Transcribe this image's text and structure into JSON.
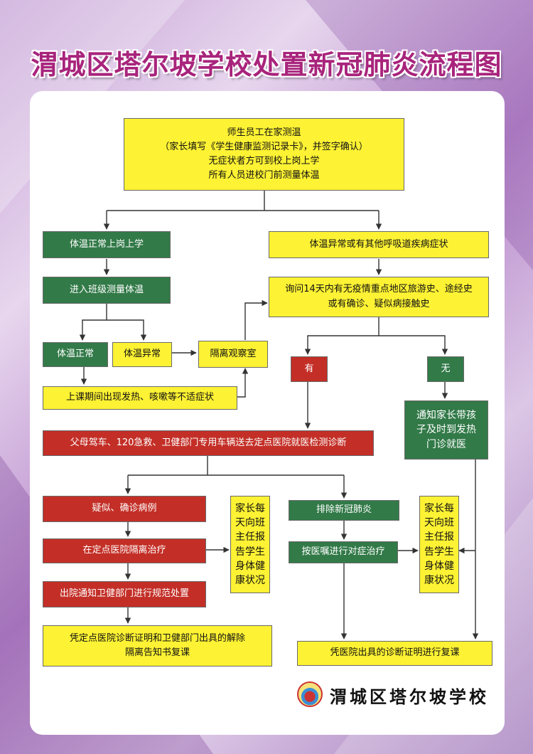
{
  "title": "渭城区塔尔坡学校处置新冠肺炎流程图",
  "nodes": {
    "home_temp": [
      "师生员工在家测温",
      "（家长填写《学生健康监测记录卡》，并签字确认）",
      "无症状者方可到校上岗上学",
      "所有人员进校门前测量体温"
    ],
    "normal_to_school": "体温正常上岗上学",
    "abnormal_symptoms": "体温异常或有其他呼吸道疾病症状",
    "class_temp": "进入班级测量体温",
    "inquiry": [
      "询问14天内有无疫情重点地区旅游史、途经史",
      "或有确诊、疑似病接触史"
    ],
    "temp_normal": "体温正常",
    "temp_abnormal": "体温异常",
    "isolation_room": "隔离观察室",
    "yes": "有",
    "no": "无",
    "in_class_symptoms": "上课期间出现发热、咳嗽等不适症状",
    "notify_parents_clinic": [
      "通知家长带孩",
      "子及时到发热",
      "门诊就医"
    ],
    "transport_hospital": "父母驾车、120急救、卫健部门专用车辆送去定点医院就医检测诊断",
    "suspected_confirmed": "疑似、确诊病例",
    "isolation_treatment": "在定点医院隔离治疗",
    "discharge_notice": "出院通知卫健部门进行规范处置",
    "return_cert_isolation": [
      "凭定点医院诊断证明和卫健部门出具的解除",
      "隔离告知书复课"
    ],
    "report_left": [
      "家长每",
      "天向班",
      "主任报",
      "告学生",
      "身体健",
      "康状况"
    ],
    "exclude_covid": "排除新冠肺炎",
    "symptomatic_treatment": "按医嘱进行对症治疗",
    "report_right": [
      "家长每",
      "天向班",
      "主任报",
      "告学生",
      "身体健",
      "康状况"
    ],
    "return_cert_hospital": "凭医院出具的诊断证明进行复课"
  },
  "footer": {
    "school_name": "渭城区塔尔坡学校"
  },
  "colors": {
    "yellow": "#fdf233",
    "green": "#327a48",
    "red": "#c32f27",
    "title": "#a8247c"
  }
}
